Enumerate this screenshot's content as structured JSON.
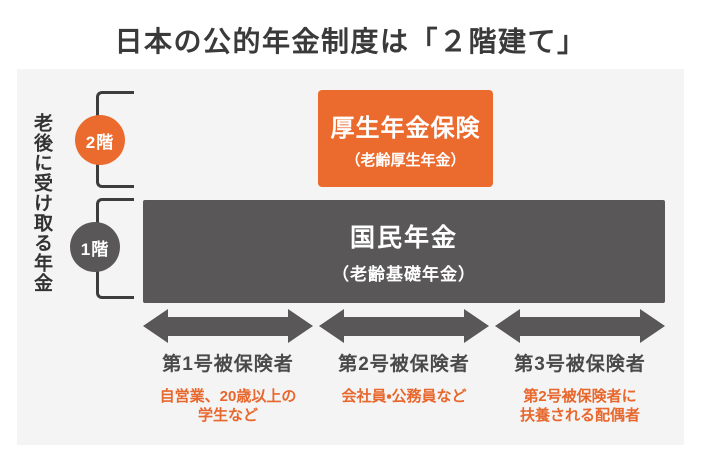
{
  "title": "日本の公的年金制度は「２階建て」",
  "side_label": "老後に受け取る年金",
  "floors": {
    "second": {
      "badge": "2階",
      "box_title": "厚生年金保険",
      "box_subtitle": "（老齢厚生年金）"
    },
    "first": {
      "badge": "1階",
      "box_title": "国民年金",
      "box_subtitle": "（老齢基礎年金）"
    }
  },
  "categories": [
    {
      "label": "第1号被保険者",
      "desc": [
        "自営業、20歳以上の",
        "学生など"
      ]
    },
    {
      "label": "第2号被保険者",
      "desc": [
        "会社員・公務員など"
      ]
    },
    {
      "label": "第3号被保険者",
      "desc": [
        "第2号被保険者に",
        "扶養される配偶者"
      ]
    }
  ],
  "colors": {
    "accent_orange": "#EB6A2E",
    "dark_gray": "#595757",
    "orange_text": "#E8672D",
    "card_bg": "#F4F4F4",
    "title_text": "#3A3A3A"
  }
}
